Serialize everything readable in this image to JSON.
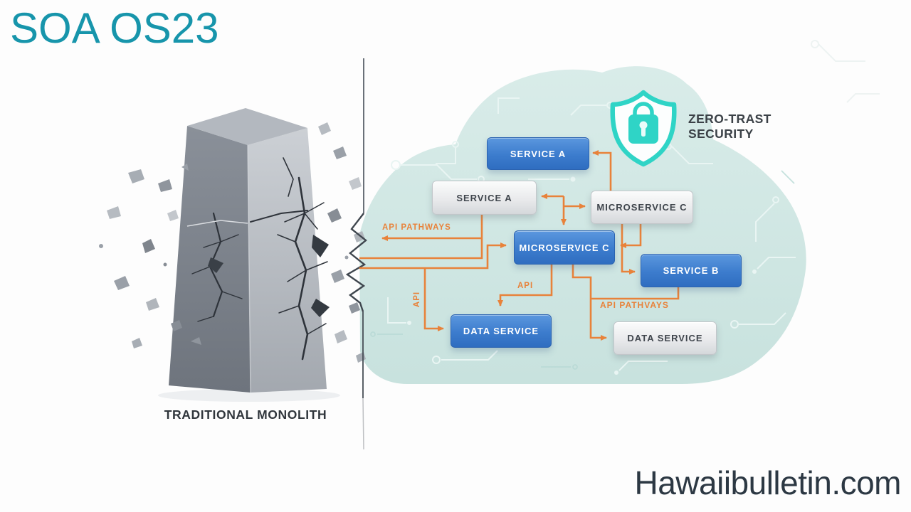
{
  "title": "SOA OS23",
  "watermark": "Hawaiibulletin.com",
  "left_panel": {
    "caption": "TRADITIONAL MONOLITH"
  },
  "security": {
    "line1": "ZERO-TRAST",
    "line2": "SECURITY",
    "icon": "shield-lock-icon"
  },
  "nodes": {
    "service_a_top": {
      "label": "SERVICE A",
      "variant": "blue"
    },
    "service_a_left": {
      "label": "SERVICE A",
      "variant": "gray"
    },
    "microservice_c_gray": {
      "label": "MICROSERVICE C",
      "variant": "gray"
    },
    "microservice_c_blue": {
      "label": "MICROSERVICE C",
      "variant": "blue"
    },
    "service_b": {
      "label": "SERVICE B",
      "variant": "blue"
    },
    "data_service_blue": {
      "label": "DATA SERVICE",
      "variant": "blue"
    },
    "data_service_gray": {
      "label": "DATA SERVICE",
      "variant": "gray"
    }
  },
  "edge_labels": {
    "api_pathways_left": "API PATHWAYS",
    "api_vertical": "API",
    "api_center": "API",
    "api_pathways_right": "API PATHVAYS"
  },
  "colors": {
    "title_teal": "#1795ab",
    "shield_teal": "#2fd4c6",
    "arrow_orange": "#e8823a",
    "box_blue": "#3c7ccd",
    "box_gray": "#e9eaec",
    "cloud_fill": "#cfe6e2",
    "text_dark": "#3b4147"
  }
}
